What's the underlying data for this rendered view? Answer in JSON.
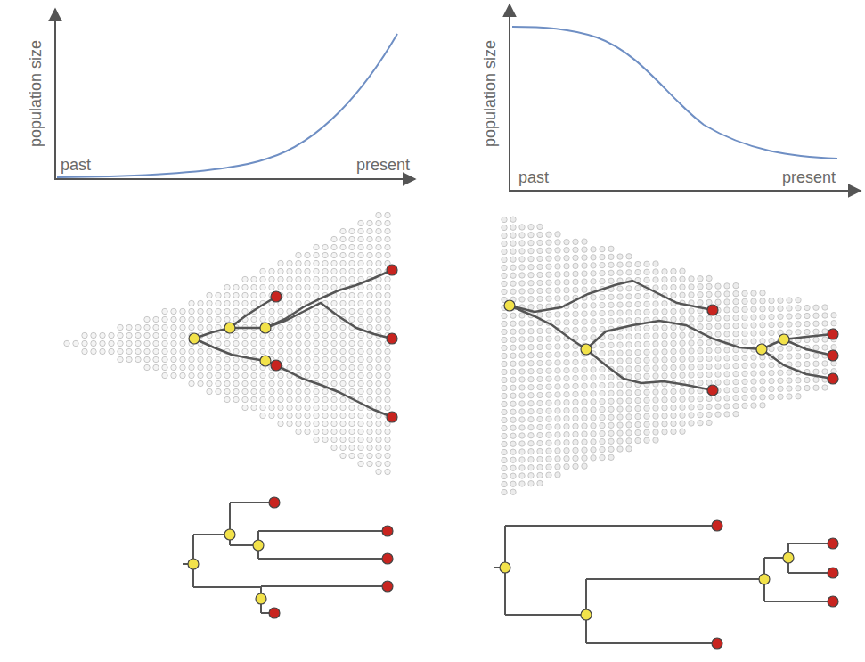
{
  "diagram": {
    "labels": [
      "population size",
      "past",
      "present",
      "population size",
      "past",
      "present"
    ]
  }
}
